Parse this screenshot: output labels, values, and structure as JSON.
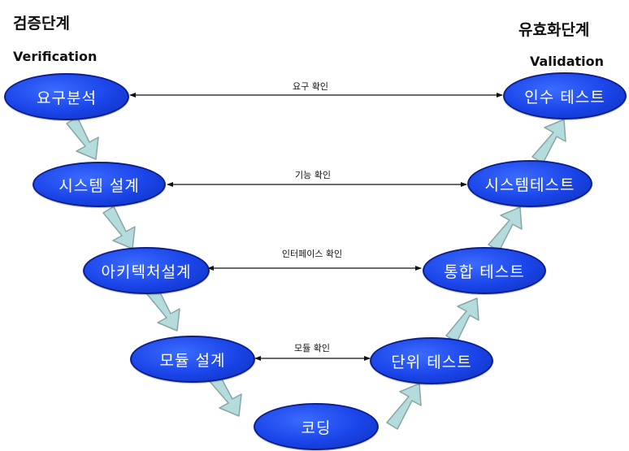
{
  "left_heading": {
    "korean": "검증단계",
    "english": "Verification"
  },
  "right_heading": {
    "korean": "유효화단계",
    "english": "Validation"
  },
  "nodes": {
    "requirements": "요구분석",
    "system_design": "시스템 설계",
    "architecture_design": "아키텍처설계",
    "module_design": "모듈 설계",
    "coding": "코딩",
    "unit_test": "단위 테스트",
    "integration_test": "통합 테스트",
    "system_test": "시스템테스트",
    "acceptance_test": "인수 테스트"
  },
  "connections": {
    "requirements_check": "요구 확인",
    "function_check": "기능 확인",
    "interface_check": "인터페이스 확인",
    "module_check": "모듈 확인"
  },
  "colors": {
    "node_fill": "#1a44e8",
    "node_border": "#0c1f8a",
    "arrow_fill": "#b4dcdc",
    "arrow_stroke": "#8aa5a5",
    "line": "#111111"
  }
}
